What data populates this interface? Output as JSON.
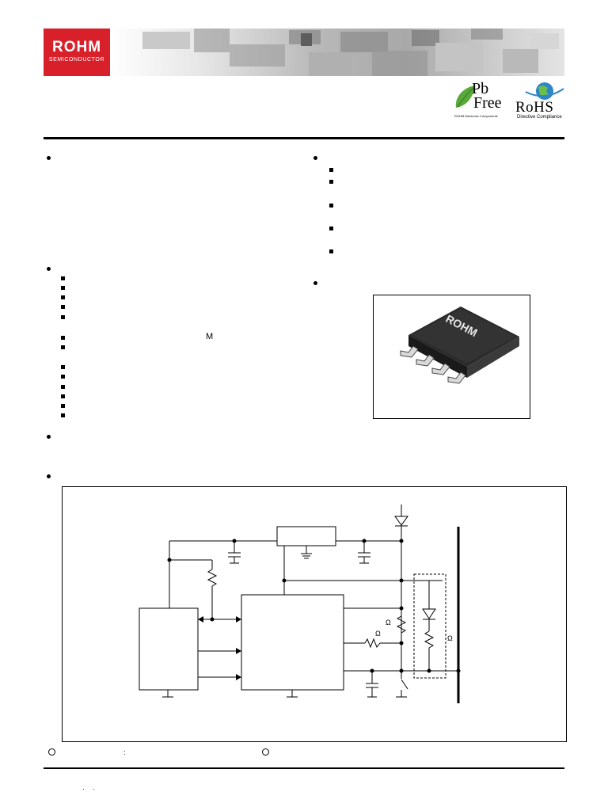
{
  "header": {
    "logo": {
      "main": "ROHM",
      "sub": "SEMICONDUCTOR",
      "color": "#d8202b"
    },
    "badges": {
      "pbfree": {
        "line1": "Pb",
        "line2": "Free",
        "caption": "ROHM Electronic Components"
      },
      "rohs": {
        "title": "RoHS",
        "caption": "Directive Compliance"
      }
    }
  },
  "body": {
    "stray_text": {
      "m_label": "M"
    }
  },
  "package": {
    "marking": "ROHM"
  },
  "diagram": {
    "ohm_labels": [
      "Ω",
      "Ω",
      "Ω"
    ]
  },
  "notes": {
    "separator": ":"
  },
  "footer": {
    "marks": "·    ·"
  }
}
